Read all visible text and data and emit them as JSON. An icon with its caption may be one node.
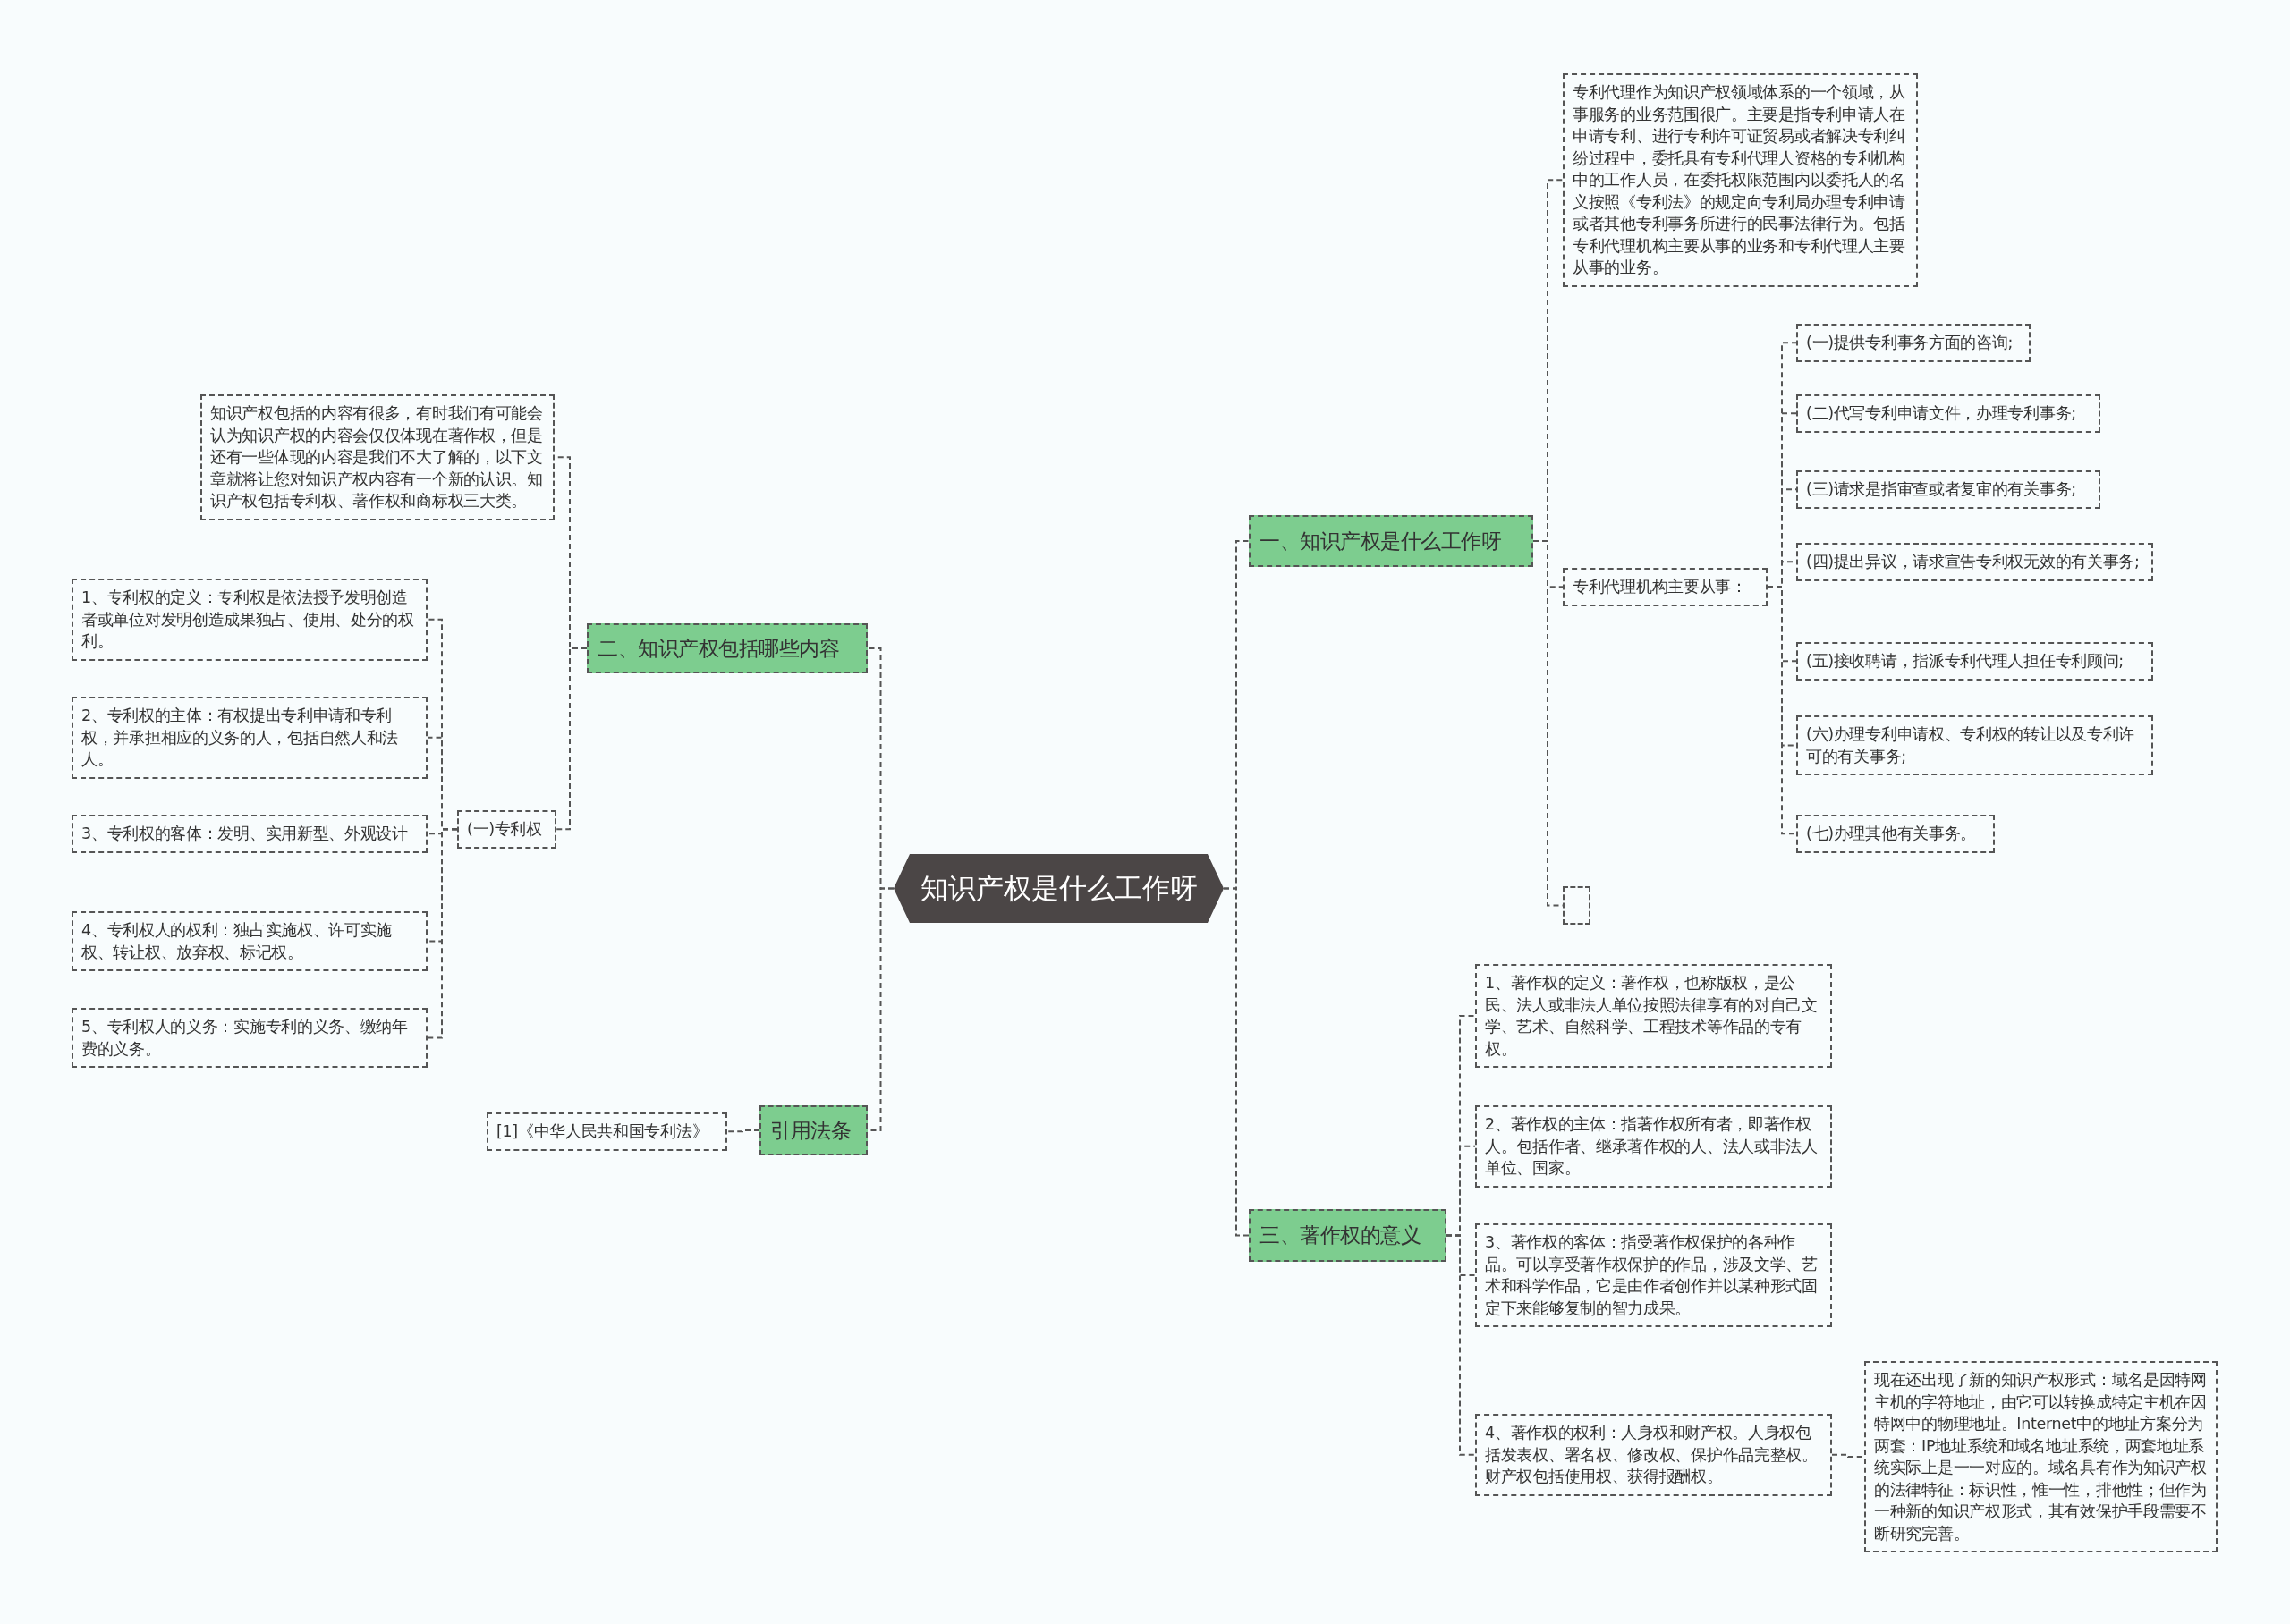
{
  "diagram": {
    "nodes": [
      {
        "text": [
          "知识产权是什么工作呀"
        ]
      },
      {
        "text": [
          "一、知识产权是什么工作呀"
        ]
      },
      {
        "text": [
          "专利代理作为知识产权领域体系的一个领域，从事服务的业务范围很广。主要是指专利申请人在申请专利、进行专利许可证贸易或者解决专利纠纷过程中，委托具有专利代理人资格的专利机构中的工作人员，在委托权限范围内以委托人的名义按照《专利法》的规定向专利局办理专利申请或者其他专利事务所进行的民事法律行为。包括专利代理机构主要从事的业务和专利代理人主要从事的业务。"
        ]
      },
      {
        "text": [
          "专利代理机构主要从事："
        ]
      },
      {
        "text": [
          "(一)提供专利事务方面的咨询;"
        ]
      },
      {
        "text": [
          "(二)代写专利申请文件，办理专利事务;"
        ]
      },
      {
        "text": [
          "(三)请求是指审查或者复审的有关事务;"
        ]
      },
      {
        "text": [
          "(四)提出异议，请求宣告专利权无效的有关事务;"
        ]
      },
      {
        "text": [
          "(五)接收聘请，指派专利代理人担任专利顾问;"
        ]
      },
      {
        "text": [
          "(六)办理专利申请权、专利权的转让以及专利许可的有关事务;"
        ]
      },
      {
        "text": [
          "(七)办理其他有关事务。"
        ]
      },
      {
        "text": [],
        "shape": "box"
      },
      {
        "text": [
          "三、著作权的意义"
        ]
      },
      {
        "text": [
          "1、著作权的定义：著作权，也称版权，是公民、法人或非法人单位按照法律享有的对自己文学、艺术、自然科学、工程技术等作品的专有权。"
        ]
      },
      {
        "text": [
          "2、著作权的主体：指著作权所有者，即著作权人。包括作者、继承著作权的人、法人或非法人单位、国家。"
        ]
      },
      {
        "text": [
          "3、著作权的客体：指受著作权保护的各种作品。可以享受著作权保护的作品，涉及文学、艺术和科学作品，它是由作者创作并以某种形式固定下来能够复制的智力成果。"
        ]
      },
      {
        "text": [
          "4、著作权的权利：人身权和财产权。人身权包括发表权、署名权、修改权、保护作品完整权。财产权包括使用权、获得报酬权。"
        ]
      },
      {
        "text": [
          "现在还出现了新的知识产权形式：域名是因特网主机的字符地址，由它可以转换成特定主机在因特网中的物理地址。Internet中的地址方案分为两套：IP地址系统和域名地址系统，两套地址系统实际上是一一对应的。域名具有作为知识产权的法律特征：标识性，惟一性，排他性；但作为一种新的知识产权形式，其有效保护手段需要不断研究完善。"
        ]
      },
      {
        "text": [
          "二、知识产权包括哪些内容"
        ]
      },
      {
        "text": [
          "知识产权包括的内容有很多，有时我们有可能会认为知识产权的内容会仅仅体现在著作权，但是还有一些体现的内容是我们不大了解的，以下文章就将让您对知识产权内容有一个新的认识。知识产权包括专利权、著作权和商标权三大类。"
        ]
      },
      {
        "text": [
          "(一)专利权"
        ]
      },
      {
        "text": [
          "1、专利权的定义：专利权是依法授予发明创造者或单位对发明创造成果独占、使用、处分的权利。"
        ]
      },
      {
        "text": [
          "2、专利权的主体：有权提出专利申请和专利权，并承担相应的义务的人，包括自然人和法人。"
        ]
      },
      {
        "text": [
          "3、专利权的客体：发明、实用新型、外观设计"
        ]
      },
      {
        "text": [
          "4、专利权人的权利：独占实施权、许可实施权、转让权、放弃权、标记权。"
        ]
      },
      {
        "text": [
          "5、专利权人的义务：实施专利的义务、缴纳年费的义务。"
        ]
      },
      {
        "text": [
          "引用法条"
        ]
      },
      {
        "text": [
          "[1]《中华人民共和国专利法》"
        ]
      }
    ],
    "edges": [
      {
        "from": 0,
        "to": 1,
        "arrow": "none"
      },
      {
        "from": 1,
        "to": 2,
        "arrow": "none"
      },
      {
        "from": 1,
        "to": 3,
        "arrow": "none"
      },
      {
        "from": 3,
        "to": 4,
        "arrow": "none"
      },
      {
        "from": 3,
        "to": 5,
        "arrow": "none"
      },
      {
        "from": 3,
        "to": 6,
        "arrow": "none"
      },
      {
        "from": 3,
        "to": 7,
        "arrow": "none"
      },
      {
        "from": 3,
        "to": 8,
        "arrow": "none"
      },
      {
        "from": 3,
        "to": 9,
        "arrow": "none"
      },
      {
        "from": 3,
        "to": 10,
        "arrow": "none"
      },
      {
        "from": 1,
        "to": 11,
        "arrow": "none"
      },
      {
        "from": 0,
        "to": 12,
        "arrow": "none"
      },
      {
        "from": 12,
        "to": 13,
        "arrow": "none"
      },
      {
        "from": 12,
        "to": 14,
        "arrow": "none"
      },
      {
        "from": 12,
        "to": 15,
        "arrow": "none"
      },
      {
        "from": 12,
        "to": 16,
        "arrow": "none"
      },
      {
        "from": 16,
        "to": 17,
        "arrow": "none"
      },
      {
        "from": 0,
        "to": 18,
        "arrow": "none"
      },
      {
        "from": 18,
        "to": 19,
        "arrow": "none"
      },
      {
        "from": 18,
        "to": 20,
        "arrow": "none"
      },
      {
        "from": 20,
        "to": 21,
        "arrow": "none"
      },
      {
        "from": 20,
        "to": 22,
        "arrow": "none"
      },
      {
        "from": 20,
        "to": 23,
        "arrow": "none"
      },
      {
        "from": 20,
        "to": 24,
        "arrow": "none"
      },
      {
        "from": 20,
        "to": 25,
        "arrow": "none"
      },
      {
        "from": 0,
        "to": 26,
        "arrow": "none"
      },
      {
        "from": 26,
        "to": 27,
        "arrow": "none"
      }
    ]
  }
}
